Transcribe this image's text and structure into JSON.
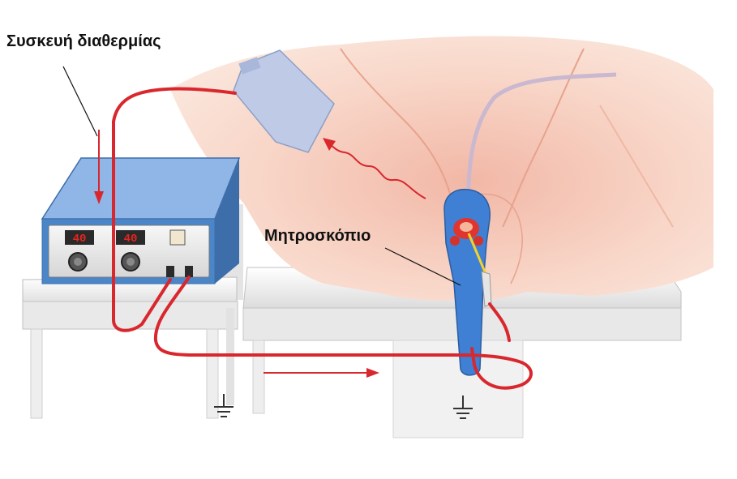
{
  "labels": {
    "device": "Συσκευή διαθερμίας",
    "hysteroscope": "Μητροσκόπιο"
  },
  "device_display": {
    "left_readout": "40",
    "right_readout": "40"
  },
  "colors": {
    "cable": "#d9272e",
    "device_body": "#4a86c8",
    "device_top": "#8fb6e6",
    "skin": "#f6cdbd",
    "skin_shadow": "#eba892",
    "table": "#f0f0f0",
    "table_shadow": "#c9c9c9",
    "hysteroscope": "#3f7fd4",
    "pad": "#b9c6e3",
    "arrow": "#d9272e"
  },
  "icons": [
    "ground-symbol-icon",
    "ground-symbol-icon"
  ]
}
